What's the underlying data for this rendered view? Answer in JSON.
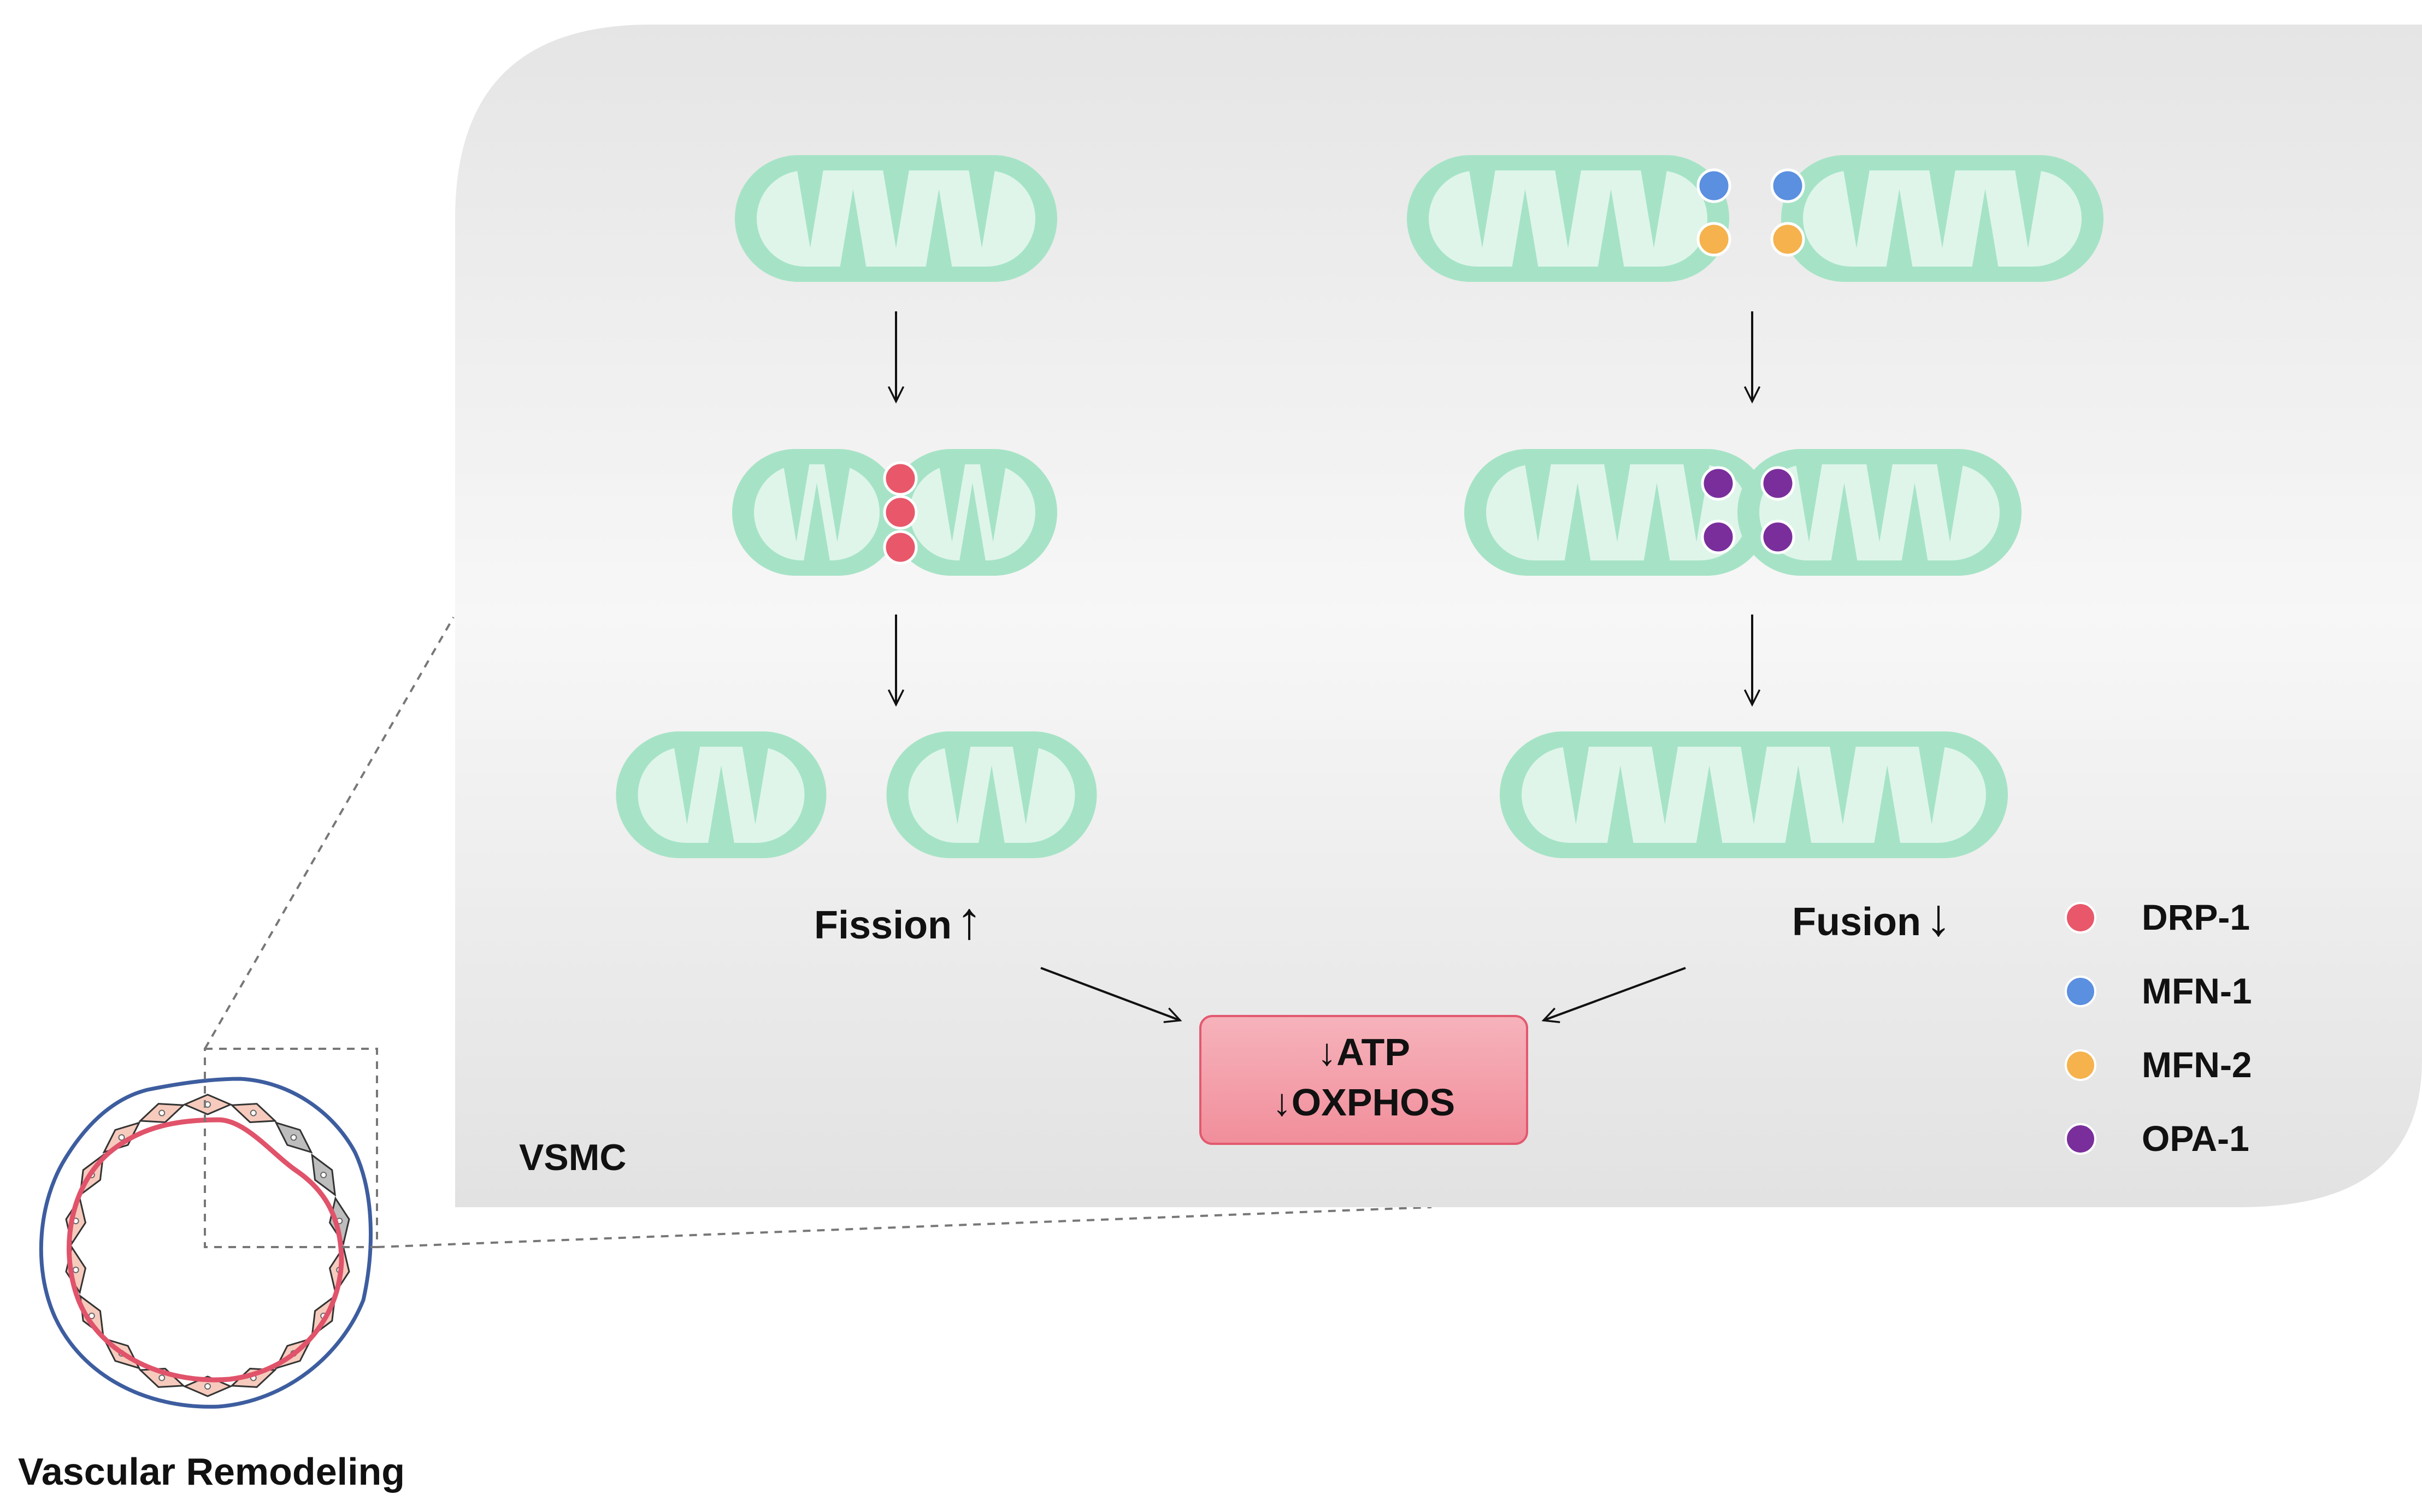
{
  "labels": {
    "fission": "Fission",
    "fission_arrow": "↑",
    "fusion": "Fusion",
    "fusion_arrow": "↓",
    "outcome_line1": "↓ATP",
    "outcome_line2": "↓OXPHOS",
    "cell_type": "VSMC",
    "caption": "Vascular Remodeling"
  },
  "legend": [
    {
      "label": "DRP-1",
      "color": "#e8586a"
    },
    {
      "label": "MFN-1",
      "color": "#5b8fe0"
    },
    {
      "label": "MFN-2",
      "color": "#f5b24d"
    },
    {
      "label": "OPA-1",
      "color": "#7a2e9c"
    }
  ],
  "colors": {
    "mitochondria_outer": "#a6e3c6",
    "mitochondria_inner": "#dff5ea",
    "panel_background": "#ececec",
    "outcome_box_fill": "#f5a3ad",
    "outcome_box_border": "#e2596f",
    "vessel_outer_ring": "#3d5d9f",
    "vessel_inner_ring": "#e0536a",
    "smooth_muscle_cell": "#f6cbbd",
    "remodeled_cell": "#bdbdbd"
  }
}
